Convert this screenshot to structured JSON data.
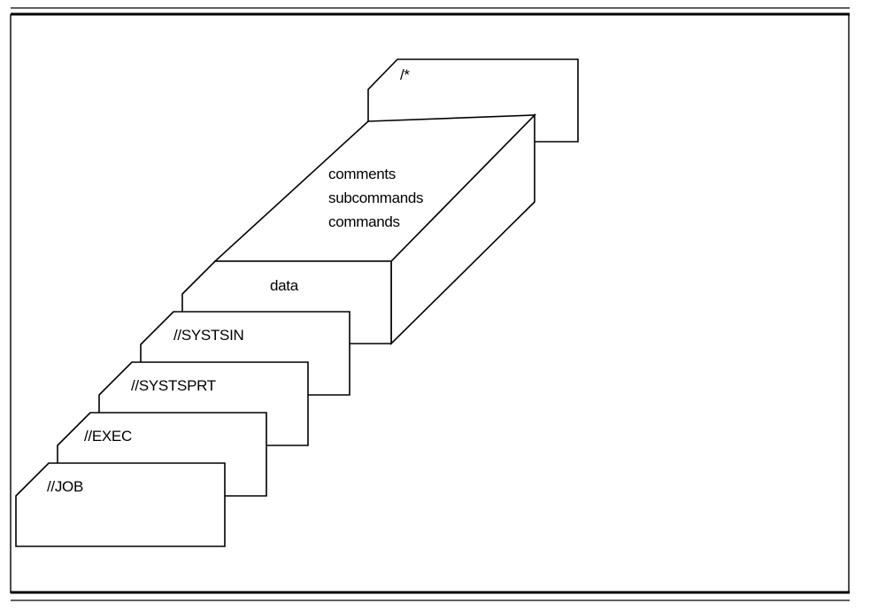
{
  "figure": {
    "cards": {
      "end_marker": "/*",
      "comments": "comments",
      "subcommands": "subcommands",
      "commands": "commands",
      "data": "data",
      "systsin": "//SYSTSIN",
      "systsprt": "//SYSTSPRT",
      "exec": "//EXEC",
      "job": "//JOB"
    }
  }
}
